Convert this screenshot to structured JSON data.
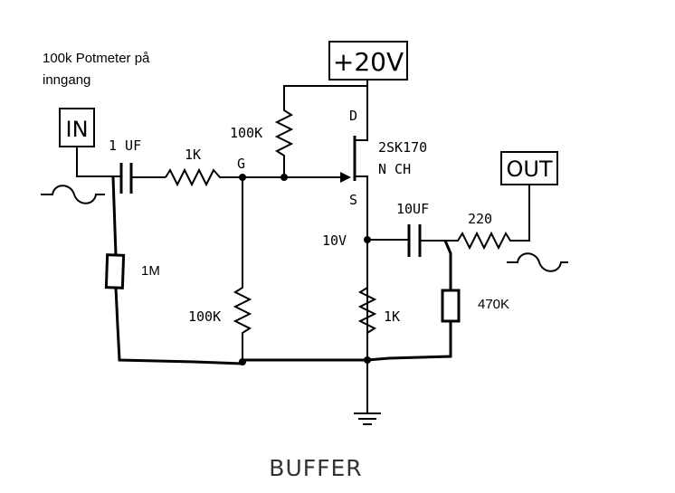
{
  "note": "100k Potmeter på inngang",
  "note_lines": [
    "100k Potmeter på",
    "inngang"
  ],
  "input_label": "IN",
  "output_label": "OUT",
  "supply_label": "+20V",
  "title": "BUFFER",
  "components": {
    "c_in": "1 UF",
    "r_series": "1K",
    "gate_label": "G",
    "r_drain": "100K",
    "drain_label": "D",
    "fet_name": "2SK170",
    "fet_type": "N CH",
    "source_label": "S",
    "source_voltage": "10V",
    "r_gate_bias": "100K",
    "r_source": "1K",
    "c_out": "10UF",
    "r_out": "220",
    "r_pot": "1M",
    "r_load": "470K"
  }
}
